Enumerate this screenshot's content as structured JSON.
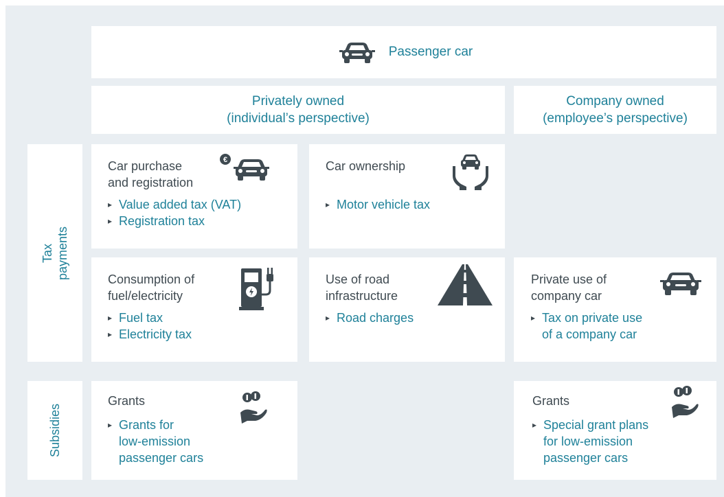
{
  "header": {
    "title": "Passenger car",
    "icon": "car-icon"
  },
  "columns": {
    "private": {
      "line1": "Privately owned",
      "line2": "(individual’s perspective)"
    },
    "company": {
      "line1": "Company owned",
      "line2": "(employee’s perspective)"
    }
  },
  "rows": {
    "tax": {
      "line1": "Tax",
      "line2": "payments"
    },
    "subsidies": {
      "label": "Subsidies"
    }
  },
  "cells": {
    "purchase": {
      "title1": "Car purchase",
      "title2": "and registration",
      "items": [
        "Value added tax (VAT)",
        "Registration tax"
      ],
      "icon": "car-purchase-icon"
    },
    "ownership": {
      "title1": "Car ownership",
      "items": [
        "Motor vehicle tax"
      ],
      "icon": "car-in-hands-icon"
    },
    "consumption": {
      "title1": "Consumption of",
      "title2": "fuel/electricity",
      "items": [
        "Fuel tax",
        "Electricity tax"
      ],
      "icon": "charging-station-icon"
    },
    "road": {
      "title1": "Use of road",
      "title2": "infrastructure",
      "items": [
        "Road charges"
      ],
      "icon": "road-icon"
    },
    "private_use": {
      "title1": "Private use of",
      "title2": "company car",
      "items": [
        "Tax on private use",
        "of a company car"
      ],
      "icon": "car-icon"
    },
    "grants_private": {
      "title1": "Grants",
      "items": [
        "Grants for",
        "low-emission",
        "passenger cars"
      ],
      "icon": "coins-hand-icon"
    },
    "grants_company": {
      "title1": "Grants",
      "items": [
        "Special grant plans",
        "for low-emission",
        "passenger cars"
      ],
      "icon": "coins-hand-icon"
    }
  },
  "colors": {
    "teal": "#1f8199",
    "dark": "#3f4a51",
    "background": "#e9eef2"
  }
}
